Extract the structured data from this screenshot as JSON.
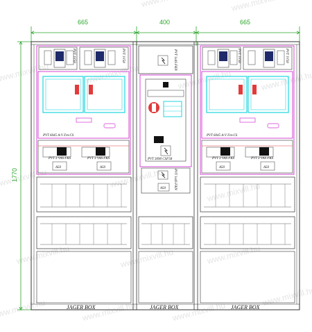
{
  "dimensions": {
    "left_width": "665",
    "middle_width": "400",
    "right_width": "665",
    "height": "1770"
  },
  "left_cabinet": {
    "meter_label_1": "PVT 1V58",
    "meter_label_2": "PVT 1V58",
    "main_label": "PVT 6045 A-V Fm-CS",
    "breaker_label_1": "PVT 3 VAS FKS",
    "breaker_label_2": "PVT 3 VAS FKS",
    "terminal_label_1": "A50",
    "terminal_label_2": "A50",
    "footer": "JAGER BOX"
  },
  "middle_cabinet": {
    "top_label": "PVT 1x4S FKN",
    "main_label": "PVT 3090 CSF58",
    "bottom_label": "PVT 1x4S FKN",
    "terminal_label": "A50",
    "footer": "JAGER BOX"
  },
  "right_cabinet": {
    "meter_label_1": "PVT 1V58",
    "meter_label_2": "PVT 1V58",
    "main_label": "PVT 6045 A-V Fm-CS",
    "breaker_label_1": "PVT 3 VAS FKS",
    "breaker_label_2": "PVT 3 VAS FKS",
    "terminal_label_1": "A50",
    "terminal_label_2": "A50",
    "footer": "JAGER BOX"
  },
  "watermark": "www.mixvill.hu",
  "colors": {
    "dimension": "#2aa52a",
    "panel": "#d233d2",
    "meter": "#1fd6e0",
    "outline": "#333333",
    "switch": "#e23b3b"
  }
}
